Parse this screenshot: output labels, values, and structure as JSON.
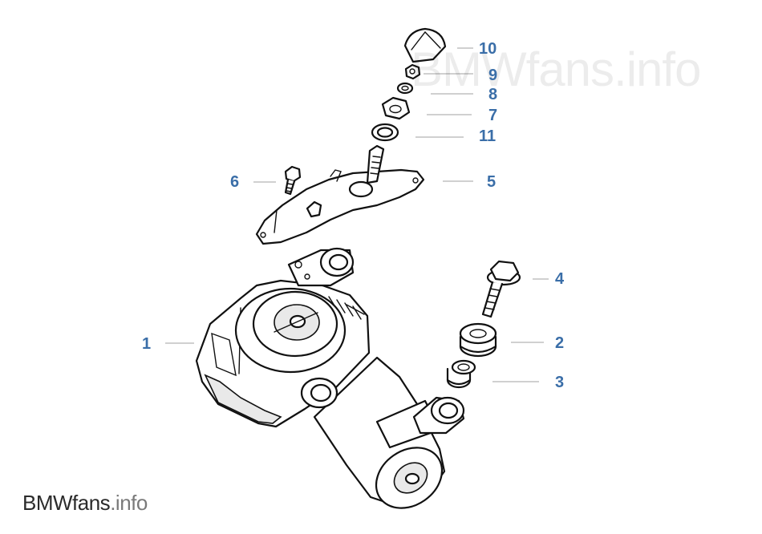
{
  "watermark": "BMWfans.info",
  "footer_brand": {
    "part1": "BMWfans",
    "part2": ".info"
  },
  "callouts": [
    {
      "id": "10",
      "label": "10"
    },
    {
      "id": "9",
      "label": "9"
    },
    {
      "id": "8",
      "label": "8"
    },
    {
      "id": "7",
      "label": "7"
    },
    {
      "id": "11",
      "label": "11"
    },
    {
      "id": "6",
      "label": "6"
    },
    {
      "id": "5",
      "label": "5"
    },
    {
      "id": "4",
      "label": "4"
    },
    {
      "id": "1",
      "label": "1"
    },
    {
      "id": "2",
      "label": "2"
    },
    {
      "id": "3",
      "label": "3"
    }
  ],
  "colors": {
    "callout": "#3a6ea8",
    "leader": "#b5b5b5",
    "outline": "#111111"
  }
}
